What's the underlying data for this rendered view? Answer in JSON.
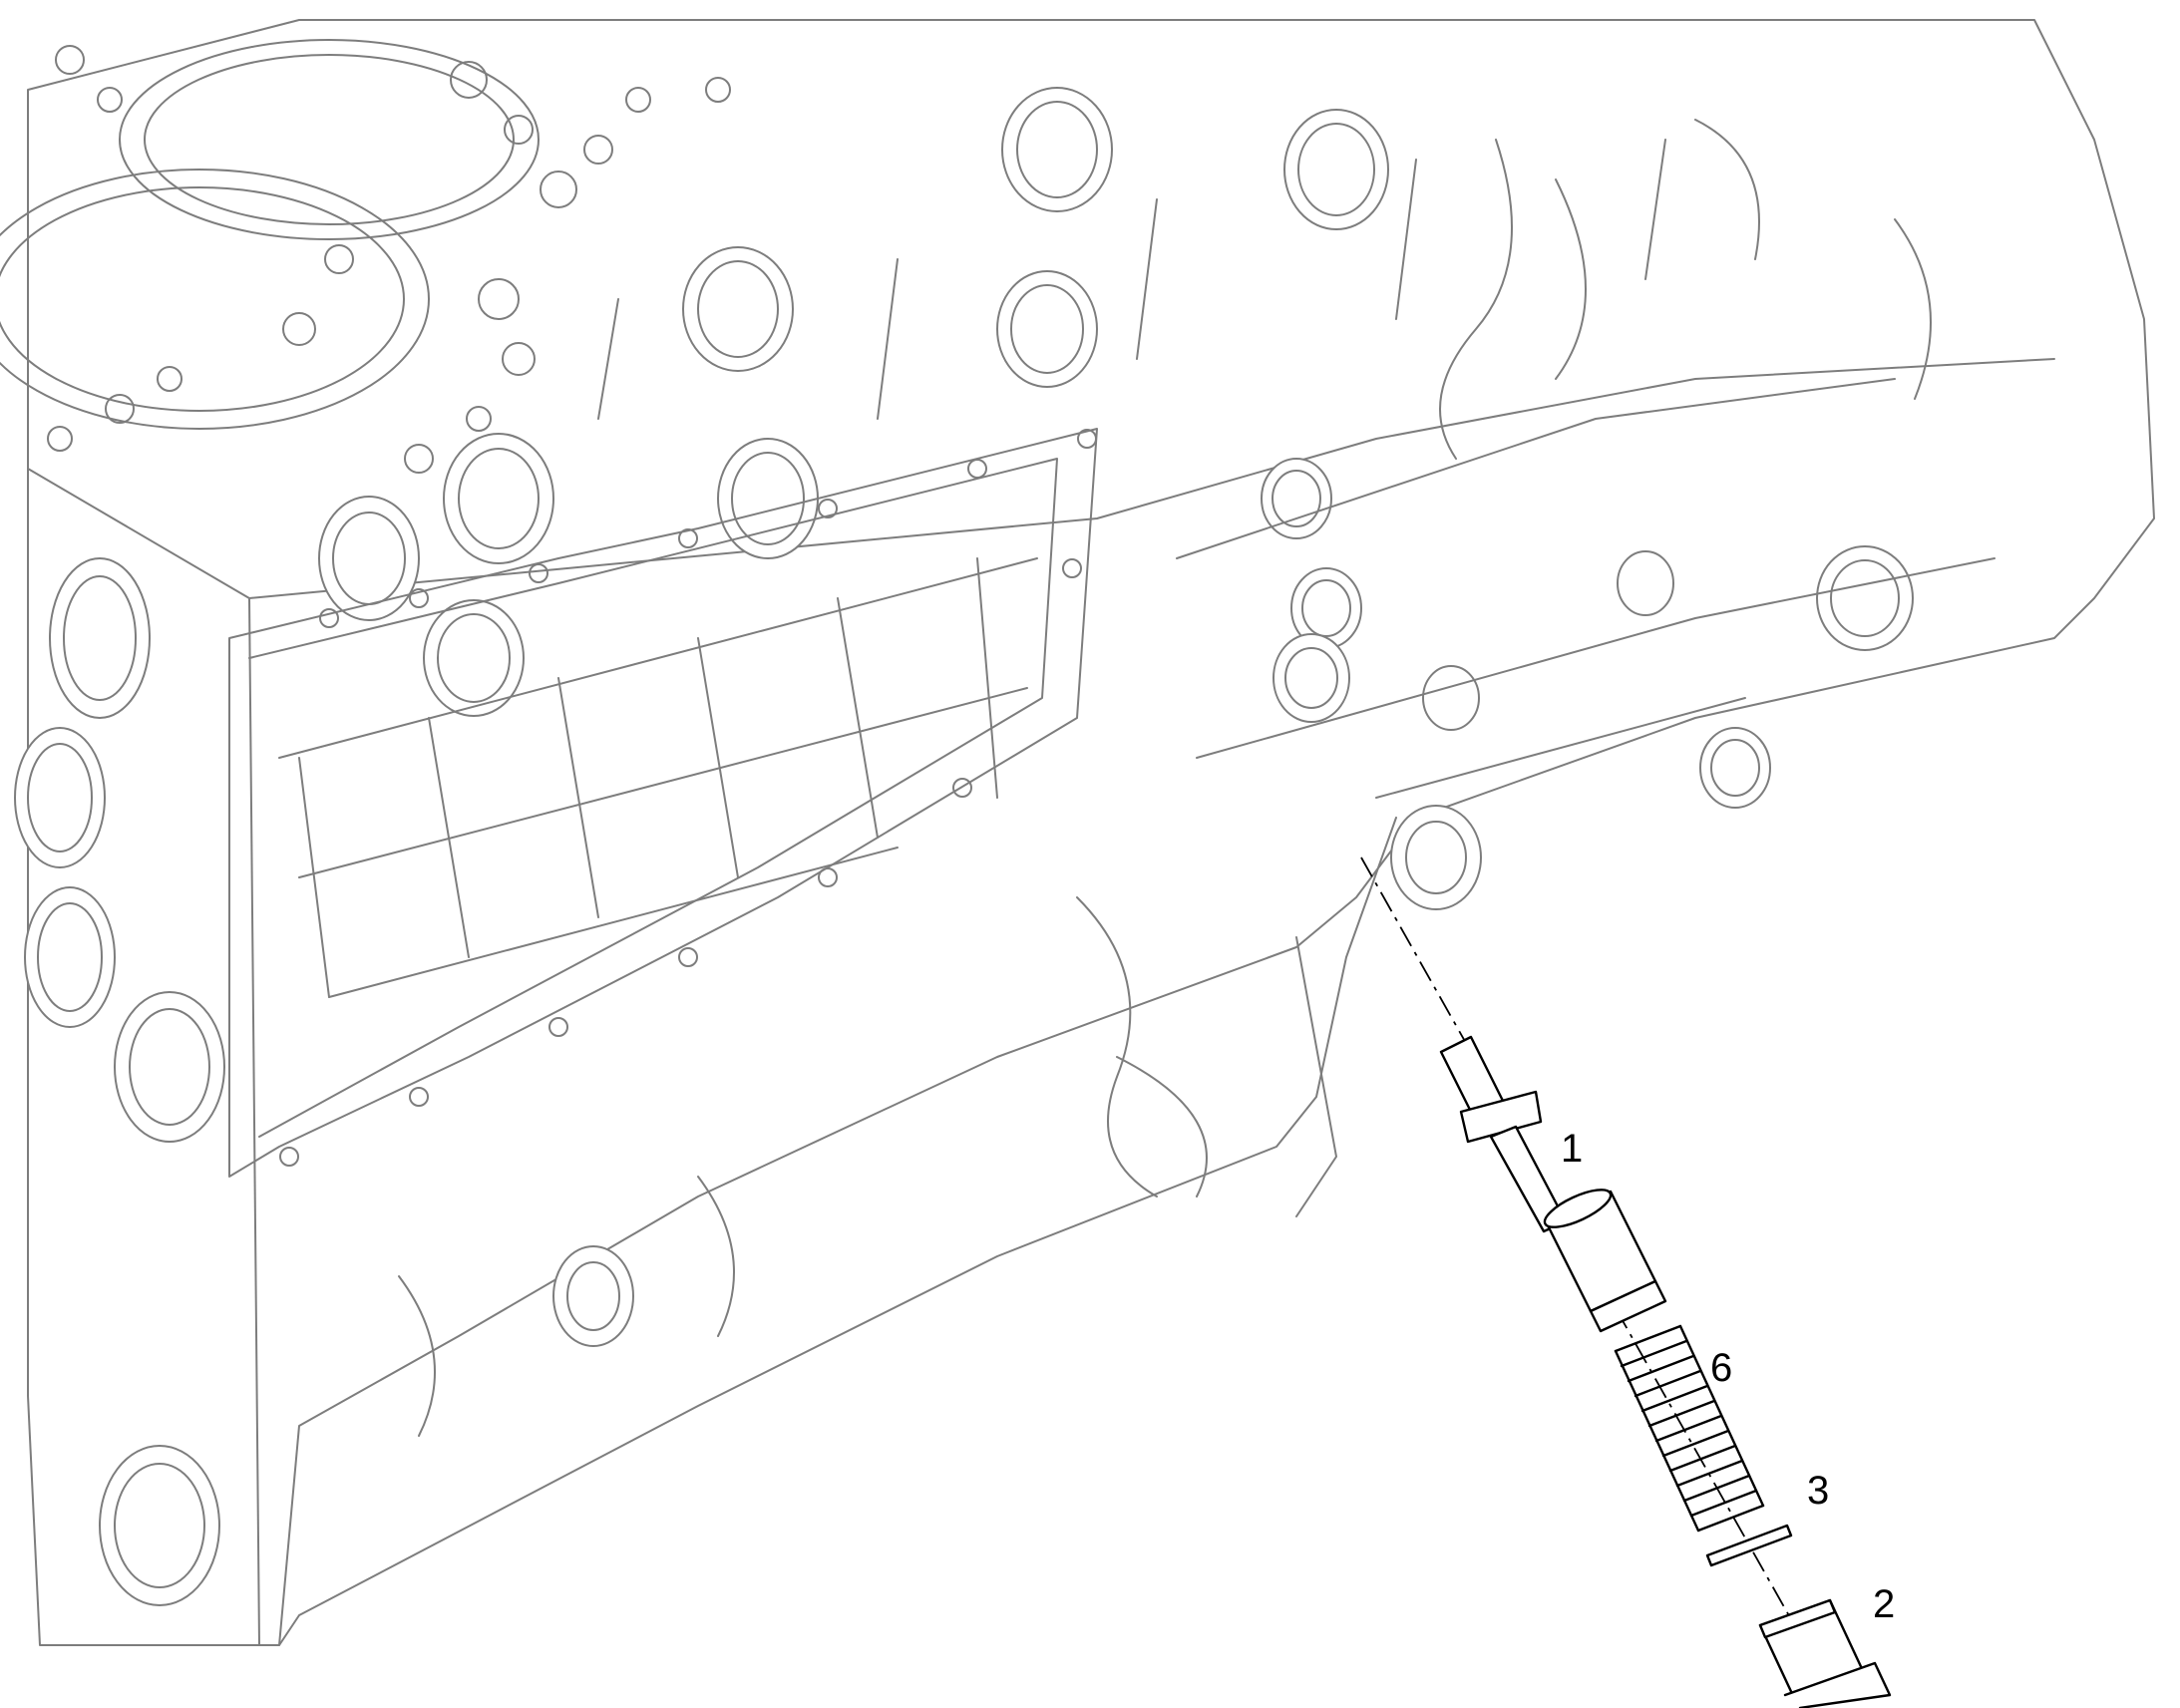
{
  "diagram": {
    "colors": {
      "background": "#ffffff",
      "block_outline": "#7d7d7d",
      "parts_outline": "#000000"
    },
    "callouts": [
      {
        "id": "1",
        "label": "1"
      },
      {
        "id": "6",
        "label": "6"
      },
      {
        "id": "3",
        "label": "3"
      },
      {
        "id": "2",
        "label": "2"
      }
    ]
  }
}
